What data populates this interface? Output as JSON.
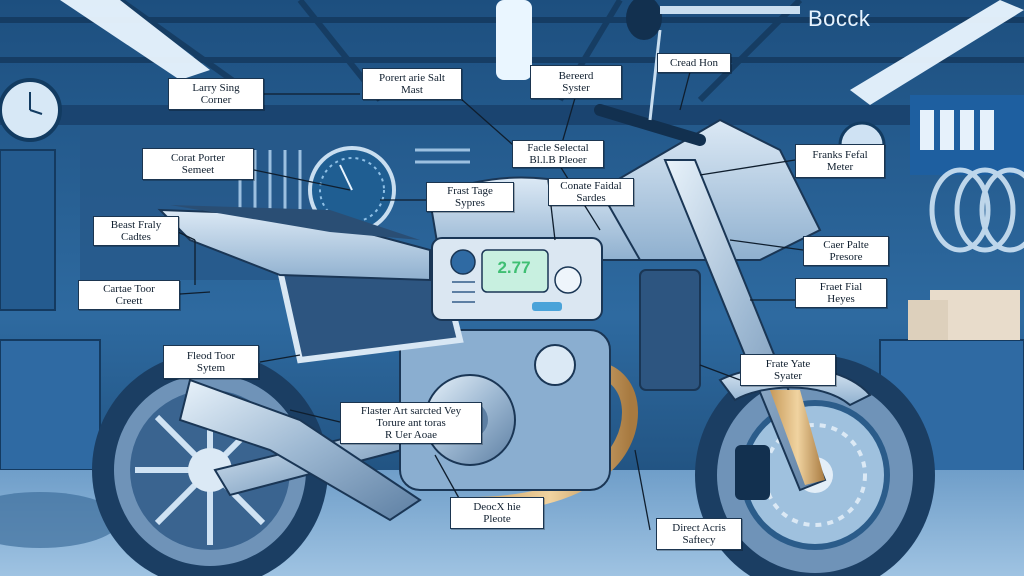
{
  "brand": "Bocck",
  "dashboard": {
    "speed": "2.77"
  },
  "callouts": [
    {
      "id": "larry-sing-corner",
      "text": "Larry Sing\nCorner"
    },
    {
      "id": "porert-arie-salt-mast",
      "text": "Porert arie Salt\nMast"
    },
    {
      "id": "bereerd-syster",
      "text": "Bereerd\nSyster"
    },
    {
      "id": "cread-hon",
      "text": "Cread Hon"
    },
    {
      "id": "corat-porter-semeet",
      "text": "Corat Porter\nSemeet"
    },
    {
      "id": "facle-selectal",
      "text": "Facle Selectal\nBl.l.B Pleoer"
    },
    {
      "id": "franks-fefal-meter",
      "text": "Franks Fefal\nMeter"
    },
    {
      "id": "frast-tage-sypres",
      "text": "Frast Tage\nSypres"
    },
    {
      "id": "conate-faidal-sardes",
      "text": "Conate Faidal\nSardes"
    },
    {
      "id": "beast-fraly-cadtes",
      "text": "Beast Fraly\nCadtes"
    },
    {
      "id": "caer-palte-presore",
      "text": "Caer Palte\nPresore"
    },
    {
      "id": "cartae-toor-creett",
      "text": "Cartae Toor\nCreett"
    },
    {
      "id": "fraet-fial-heyes",
      "text": "Fraet Fial\nHeyes"
    },
    {
      "id": "fleod-toor-sytem",
      "text": "Fleod Toor\nSytem"
    },
    {
      "id": "frate-yate-syater",
      "text": "Frate Yate\nSyater"
    },
    {
      "id": "flaster-art-sarcted",
      "text": "Flaster Art sarcted Vey\nTorure ant toras\nR Uer Aoae"
    },
    {
      "id": "deocx-hie-pleote",
      "text": "DeocX hie\nPleote"
    },
    {
      "id": "direct-acris-saftecy",
      "text": "Direct Acris\nSaftecy"
    }
  ]
}
